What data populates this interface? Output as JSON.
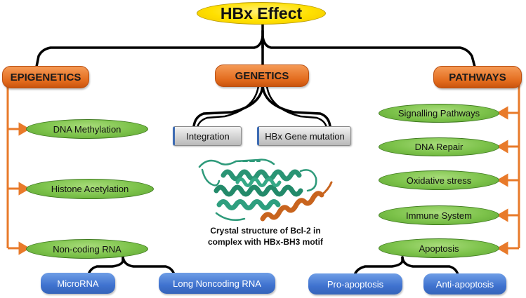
{
  "title": "HBx Effect",
  "categories": {
    "epigenetics": "EPIGENETICS",
    "genetics": "GENETICS",
    "pathways": "PATHWAYS"
  },
  "epigenetics_items": [
    "DNA Methylation",
    "Histone Acetylation",
    "Non-coding RNA"
  ],
  "noncoding_children": [
    "MicroRNA",
    "Long Noncoding RNA"
  ],
  "genetics_items": [
    "Integration",
    "HBx Gene mutation"
  ],
  "structure_caption": {
    "line1": "Crystal structure of Bcl-2 in",
    "line2": "complex with HBx-BH3 motif"
  },
  "pathway_items": [
    "Signalling Pathways",
    "DNA Repair",
    "Oxidative stress",
    "Immune System",
    "Apoptosis"
  ],
  "apoptosis_children": [
    "Pro-apoptosis",
    "Anti-apoptosis"
  ],
  "colors": {
    "title_fill": "#ffe000",
    "category_fill": "#e26a1c",
    "leaf_fill": "#7cc24a",
    "gray_box": "#c8c8c8",
    "blue_box": "#3f72cf",
    "orange_connector": "#e87a2a",
    "black_connector": "#000000",
    "protein_green": "#2e9a7a",
    "helix_orange": "#c8641e"
  }
}
